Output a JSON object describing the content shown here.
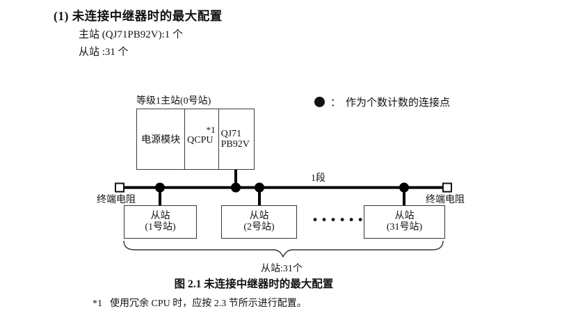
{
  "section": {
    "heading": "(1) 未连接中继器时的最大配置",
    "spec_lines": [
      "主站 (QJ71PB92V):1 个",
      "从站 :31 个"
    ]
  },
  "legend": {
    "separator": "：",
    "label": "作为个数计数的连接点"
  },
  "diagram": {
    "master": {
      "label": "等级1主站(0号站)",
      "modules": [
        {
          "label": "电源模块"
        },
        {
          "label": "QCPU",
          "note": "*1"
        },
        {
          "label": "QJ71\nPB92V"
        }
      ]
    },
    "segment_label": "1段",
    "terminators": [
      {
        "label": "终端电阻"
      },
      {
        "label": "终端电阻"
      }
    ],
    "slaves": [
      {
        "label": "从站\n(1号站)"
      },
      {
        "label": "从站\n(2号站)"
      },
      {
        "label": "从站\n(31号站)"
      }
    ],
    "ellipsis": "••••••",
    "brace_label": "从站:31个"
  },
  "figure": {
    "caption": "图 2.1 未连接中继器时的最大配置"
  },
  "footnote": {
    "marker": "*1",
    "text": "使用冗余 CPU 时，应按 2.3 节所示进行配置。"
  },
  "colors": {
    "ink": "#111111",
    "bus_line": "#000000",
    "box_border": "#3c3c3c"
  }
}
